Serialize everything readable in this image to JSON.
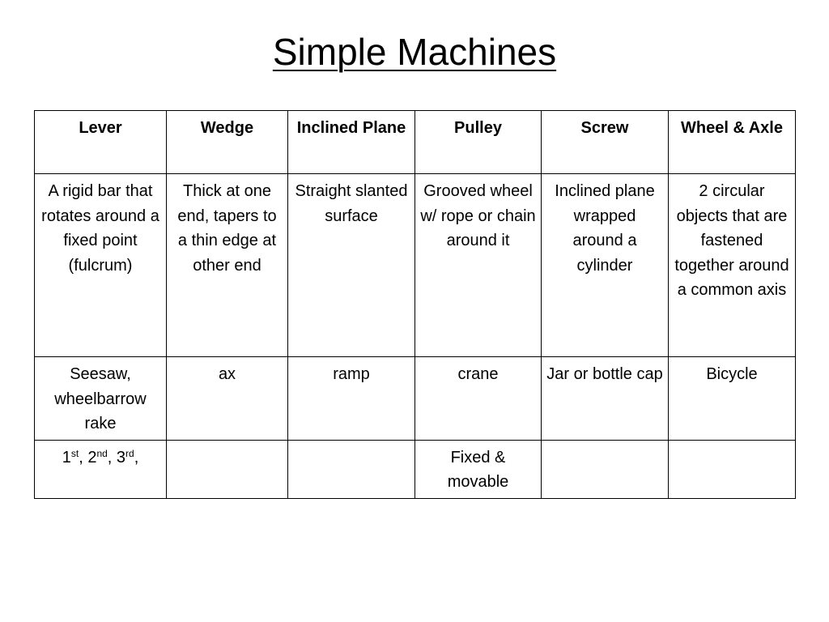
{
  "title": "Simple Machines",
  "table": {
    "headers": [
      "Lever",
      "Wedge",
      "Inclined Plane",
      "Pulley",
      "Screw",
      "Wheel & Axle"
    ],
    "definitions": [
      "A rigid bar that rotates around a fixed point (fulcrum)",
      "Thick at one end, tapers to a thin edge at other end",
      "Straight slanted surface",
      "Grooved wheel w/ rope or chain around it",
      "Inclined plane wrapped around a cylinder",
      "2 circular objects that are fastened together around a common axis"
    ],
    "examples": [
      "Seesaw, wheelbarrow rake",
      "ax",
      "ramp",
      "crane",
      "Jar or bottle cap",
      "Bicycle"
    ],
    "types": {
      "lever": {
        "first": "1",
        "first_sup": "st",
        "second": "2",
        "second_sup": "nd",
        "third": "3",
        "third_sup": "rd"
      },
      "wedge": "",
      "inclined_plane": "",
      "pulley": "Fixed & movable",
      "screw": "",
      "wheel_axle": ""
    }
  }
}
